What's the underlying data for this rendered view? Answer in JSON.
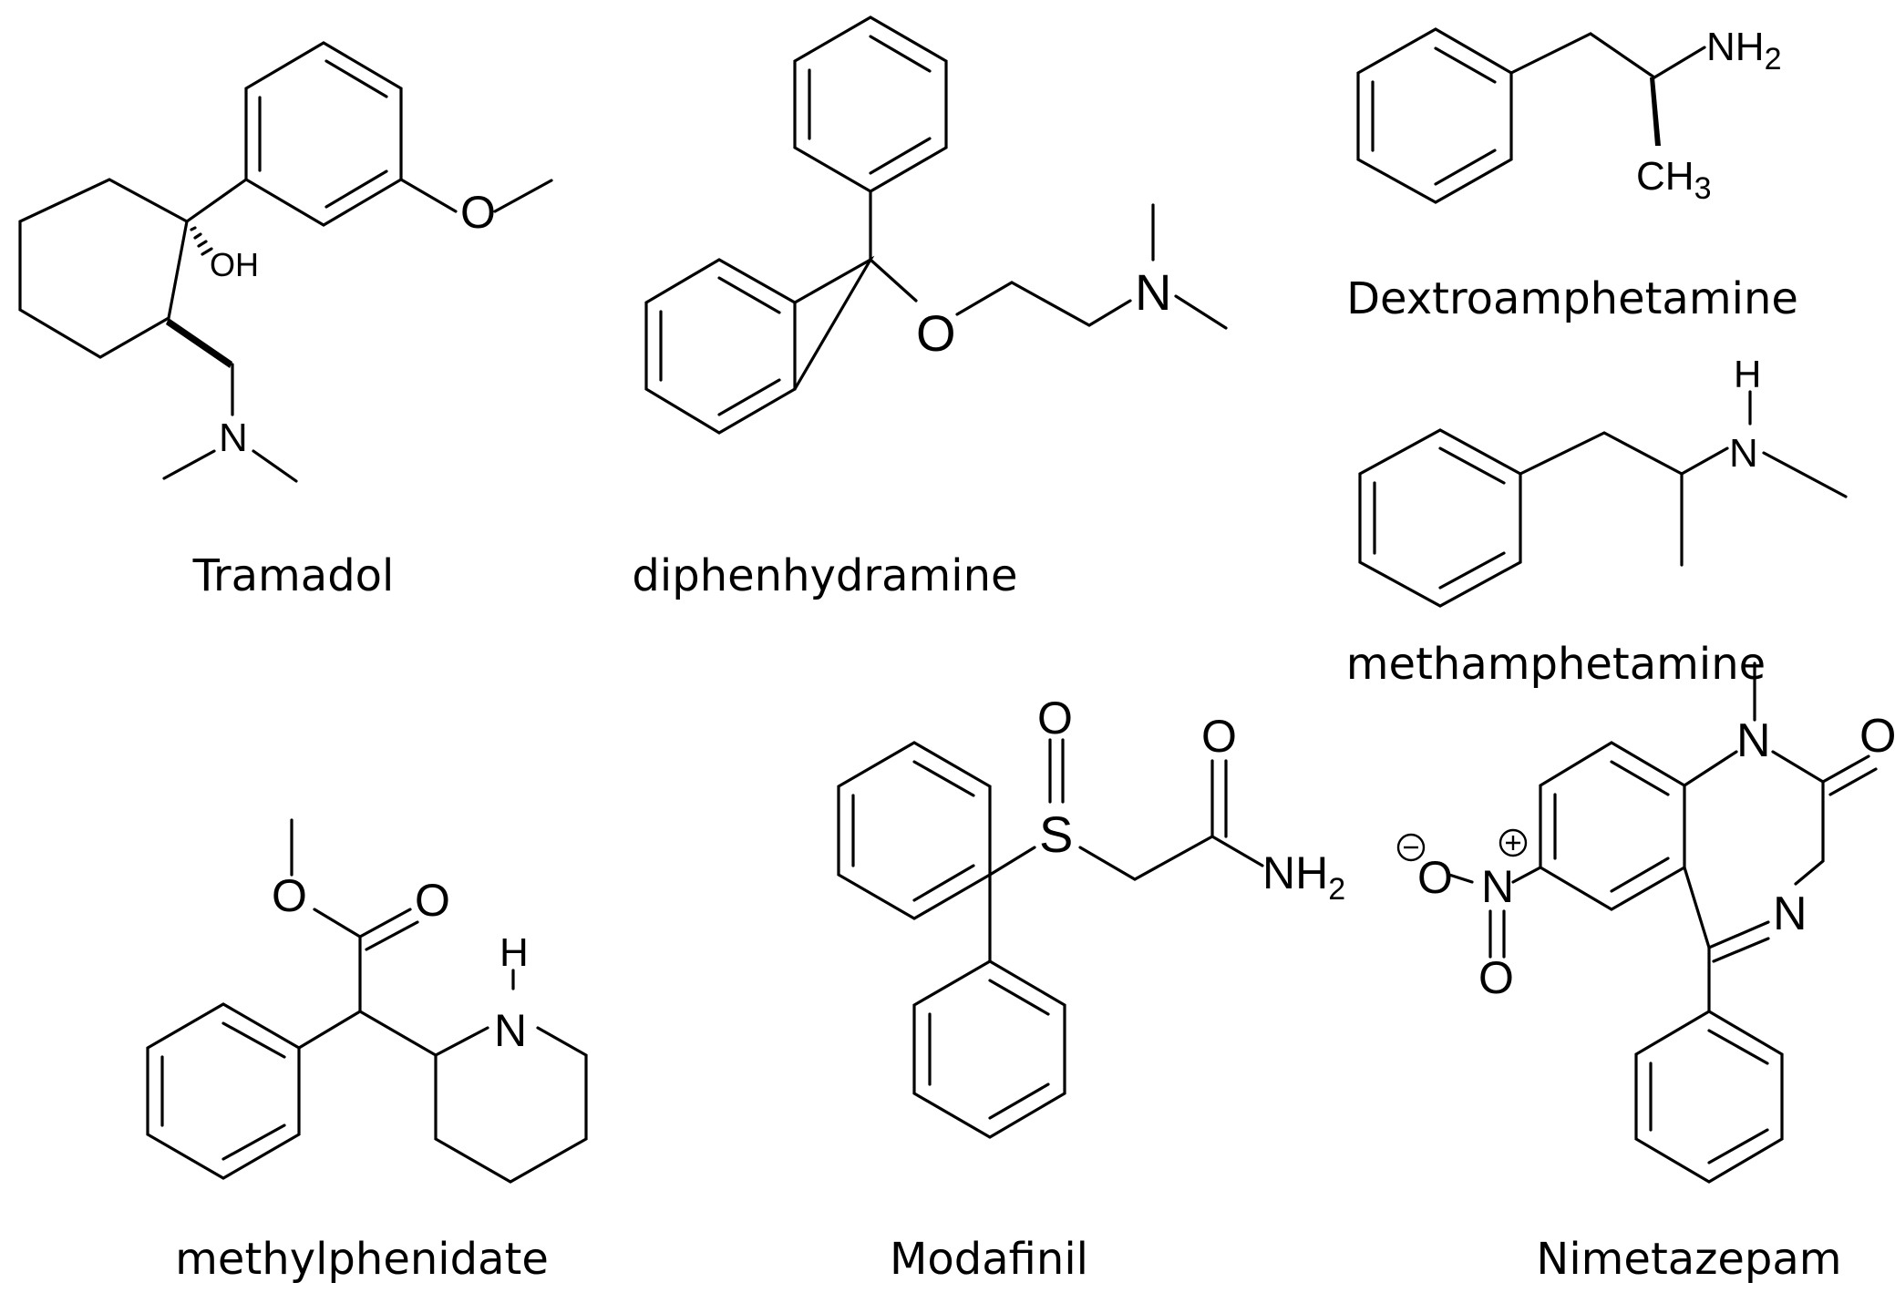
{
  "molecules": [
    {
      "id": "tramadol",
      "name": "Tramadol",
      "atoms": {
        "oh": "OH",
        "o": "O",
        "n": "N"
      }
    },
    {
      "id": "diphenhydramine",
      "name": "diphenhydramine",
      "atoms": {
        "o": "O",
        "n": "N"
      }
    },
    {
      "id": "dextroamphetamine",
      "name": "Dextroamphetamine",
      "atoms": {
        "nh2": "NH",
        "nh2_sub": "2",
        "ch3": "CH",
        "ch3_sub": "3"
      }
    },
    {
      "id": "methamphetamine",
      "name": "methamphetamine",
      "atoms": {
        "h": "H",
        "n": "N"
      }
    },
    {
      "id": "methylphenidate",
      "name": "methylphenidate",
      "atoms": {
        "o1": "O",
        "o2": "O",
        "h": "H",
        "n": "N"
      }
    },
    {
      "id": "modafinil",
      "name": "Modafinil",
      "atoms": {
        "o1": "O",
        "s": "S",
        "o2": "O",
        "nh2": "NH",
        "nh2_sub": "2"
      }
    },
    {
      "id": "nimetazepam",
      "name": "Nimetazepam",
      "atoms": {
        "n1": "N",
        "o1": "O",
        "n2": "N",
        "o_minus": "O",
        "n_plus": "N",
        "o2": "O"
      }
    }
  ]
}
